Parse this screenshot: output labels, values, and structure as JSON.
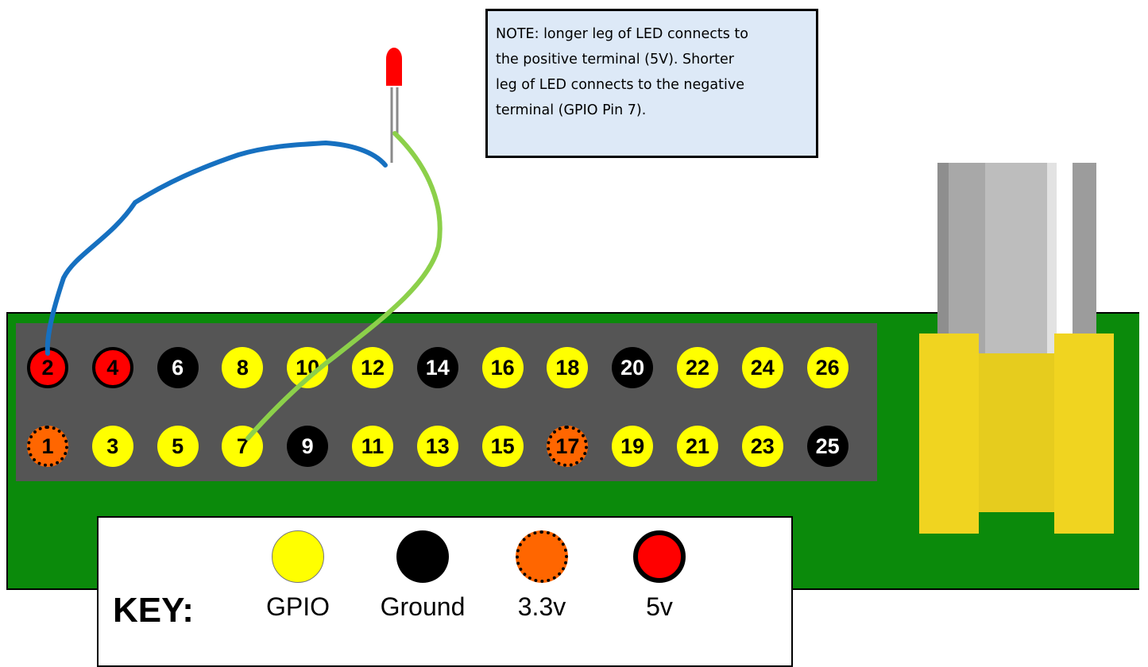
{
  "note": {
    "lines": [
      "NOTE: longer leg of LED connects to",
      "the positive terminal (5V). Shorter",
      "leg of LED connects to the negative",
      "terminal (GPIO Pin 7)."
    ]
  },
  "header": {
    "top_row": [
      {
        "label": "2",
        "type": "v5"
      },
      {
        "label": "4",
        "type": "v5"
      },
      {
        "label": "6",
        "type": "ground"
      },
      {
        "label": "8",
        "type": "gpio"
      },
      {
        "label": "10",
        "type": "gpio"
      },
      {
        "label": "12",
        "type": "gpio"
      },
      {
        "label": "14",
        "type": "ground"
      },
      {
        "label": "16",
        "type": "gpio"
      },
      {
        "label": "18",
        "type": "gpio"
      },
      {
        "label": "20",
        "type": "ground"
      },
      {
        "label": "22",
        "type": "gpio"
      },
      {
        "label": "24",
        "type": "gpio"
      },
      {
        "label": "26",
        "type": "gpio"
      }
    ],
    "bottom_row": [
      {
        "label": "1",
        "type": "v33"
      },
      {
        "label": "3",
        "type": "gpio"
      },
      {
        "label": "5",
        "type": "gpio"
      },
      {
        "label": "7",
        "type": "gpio"
      },
      {
        "label": "9",
        "type": "ground"
      },
      {
        "label": "11",
        "type": "gpio"
      },
      {
        "label": "13",
        "type": "gpio"
      },
      {
        "label": "15",
        "type": "gpio"
      },
      {
        "label": "17",
        "type": "v33"
      },
      {
        "label": "19",
        "type": "gpio"
      },
      {
        "label": "21",
        "type": "gpio"
      },
      {
        "label": "23",
        "type": "gpio"
      },
      {
        "label": "25",
        "type": "ground"
      }
    ]
  },
  "key": {
    "title": "KEY:",
    "items": [
      {
        "label": "GPIO",
        "type": "gpio"
      },
      {
        "label": "Ground",
        "type": "ground"
      },
      {
        "label": "3.3v",
        "type": "v33"
      },
      {
        "label": "5v",
        "type": "v5"
      }
    ]
  },
  "colors": {
    "board": "#0b8a0b",
    "header": "#555555",
    "gpio": "#ffff00",
    "ground": "#000000",
    "v33": "#ff6600",
    "v5": "#ff0000",
    "wire_positive": "#1670c0",
    "wire_negative": "#8cd04a",
    "led": "#ff0000",
    "note_bg": "#dde9f7"
  }
}
